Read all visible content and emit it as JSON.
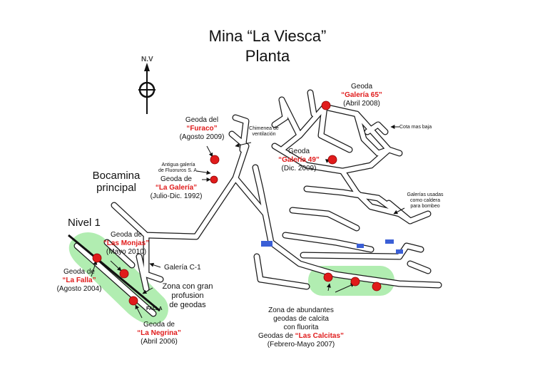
{
  "title": {
    "line1": "Mina “La Viesca”",
    "line2": "Planta"
  },
  "compass": {
    "label": "N.V",
    "icon": "north-arrow-icon"
  },
  "labels": {
    "furaco": {
      "line1": "Geoda del",
      "name": "“Furaco”",
      "date": "(Agosto 2009)"
    },
    "chimenea": {
      "line1": "Chimenea de",
      "line2": "ventilación"
    },
    "antigua": {
      "line1": "Antigua galería",
      "line2": "de Fluoruros S. A."
    },
    "galeria": {
      "line1": "Geoda de",
      "name": "“La Galería”",
      "date": "(Julio-Dic. 1992)"
    },
    "bocamina": {
      "line1": "Bocamina",
      "line2": "principal"
    },
    "nivel": "Nivel 1",
    "monjas": {
      "line1": "Geoda de",
      "name": "“Las Monjas”",
      "date": "(Mayo 2010)"
    },
    "falla_geoda": {
      "line1": "Geoda de",
      "name": "“La Falla”",
      "date": "(Agosto 2004)"
    },
    "galeria_c1": "Galería C-1",
    "zona_gran": {
      "line1": "Zona con gran",
      "line2": "profusion",
      "line3": "de geodas"
    },
    "falla": "FALLA",
    "negrina": {
      "line1": "Geoda de",
      "name": "“La Negrina”",
      "date": "(Abril 2006)"
    },
    "g65": {
      "line1": "Geoda",
      "name": "“Galería 65”",
      "date": "(Abril 2008)"
    },
    "cota": "Cota mas baja",
    "g49": {
      "line1": "Geoda",
      "name": "“Galería 49”",
      "date": "(Dic. 2009)"
    },
    "usadas": {
      "line1": "Galerías usadas",
      "line2": "como caldera",
      "line3": "para bombeo"
    },
    "calcitas": {
      "line1": "Zona de abundantes",
      "line2": "geodas de calcita",
      "line3": "con fluorita",
      "line4": "Geodas de ",
      "name": "“Las Calcitas”",
      "date": "(Febrero-Mayo 2007)"
    }
  },
  "colors": {
    "geode": "#e01b1b",
    "zone": "#9ee89e",
    "water": "#3b5fd6",
    "ink": "#1a1a1a"
  }
}
